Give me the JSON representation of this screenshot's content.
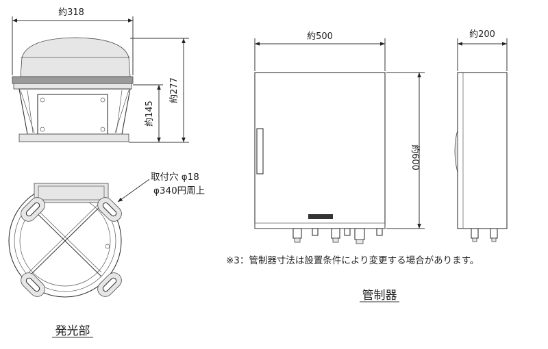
{
  "dimensions": {
    "light_width": "約318",
    "light_height_total": "約277",
    "light_height_base": "約145",
    "controller_width": "約500",
    "controller_height": "約600",
    "controller_depth": "約200"
  },
  "mounting_note": {
    "line1": "取付穴 φ18",
    "line2": "φ340円周上"
  },
  "footnote": "※3：管制器寸法は設置条件により変更する場合があります。",
  "captions": {
    "light_unit": "発光部",
    "controller": "管制器"
  }
}
